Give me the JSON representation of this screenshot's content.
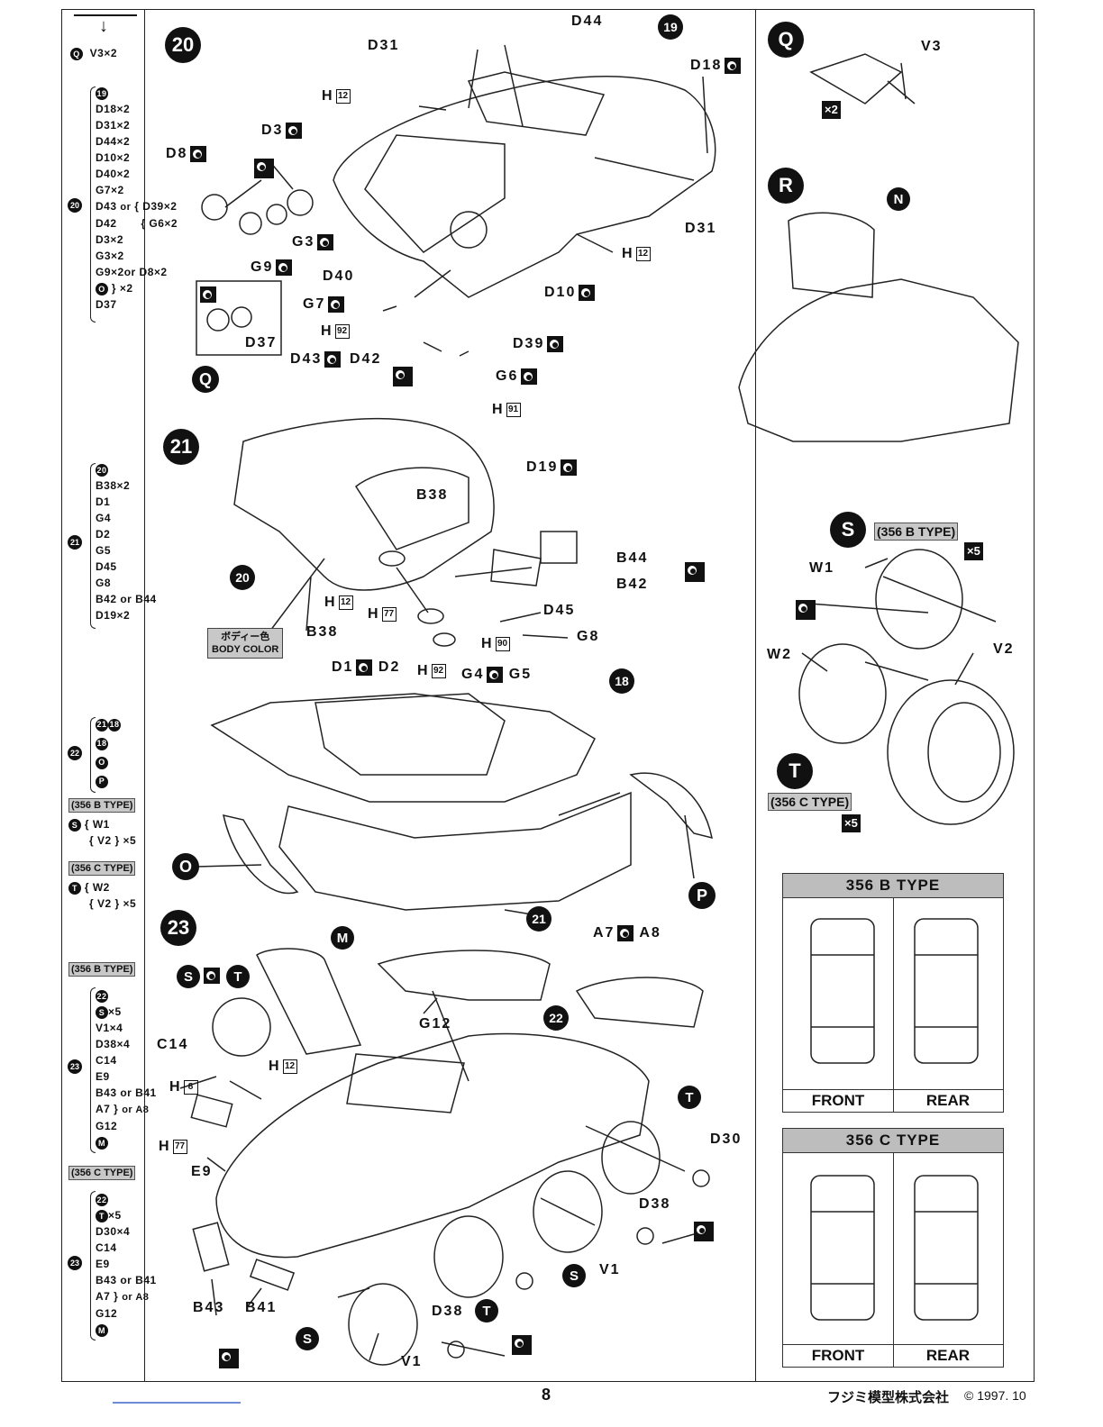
{
  "page": {
    "number": "8",
    "publisher": "フジミ模型株式会社",
    "copyright": "© 1997. 10"
  },
  "sidebar": {
    "q_line": "V3×2",
    "s20": [
      "D18×2",
      "D31×2",
      "D44×2",
      "D10×2",
      "D40×2",
      "G7×2",
      "D43",
      "D42",
      "D39×2",
      "G6×2",
      "D3×2",
      "G3×2",
      "G9×2",
      "or D8×2",
      "D37",
      "×2",
      "or"
    ],
    "s21": [
      "B38×2",
      "D1",
      "G4",
      "D2",
      "G5",
      "D45",
      "G8",
      "B42 or B44",
      "D19×2"
    ],
    "s22_type_b": "(356 B TYPE)",
    "s22_s": [
      "W1",
      "V2",
      "×5"
    ],
    "s22_type_c": "(356 C TYPE)",
    "s22_t": [
      "W2",
      "V2",
      "×5"
    ],
    "s23_type_b": "(356 B TYPE)",
    "s23b": [
      "×5",
      "V1×4",
      "D38×4",
      "C14",
      "E9",
      "B43 or B41",
      "A7",
      "G12",
      "or A8"
    ],
    "s23_type_c": "(356 C TYPE)",
    "s23c": [
      "×5",
      "D30×4",
      "C14",
      "E9",
      "B43 or B41",
      "A7",
      "G12",
      "or A8"
    ]
  },
  "steps": {
    "s20": "20",
    "s21": "21",
    "s22": "22",
    "s23": "23",
    "s19": "19",
    "s18": "18"
  },
  "letters": {
    "Q": "Q",
    "R": "R",
    "S": "S",
    "T": "T",
    "N": "N",
    "O": "O",
    "P": "P",
    "M": "M"
  },
  "labels20": {
    "D44": "D44",
    "D31a": "D31",
    "D31b": "D31",
    "D18": "D18",
    "H12a": "H",
    "H12a_n": "12",
    "D3": "D3",
    "D8": "D8",
    "G3": "G3",
    "G9": "G9",
    "D40": "D40",
    "G7": "G7",
    "H92": "H",
    "H92_n": "92",
    "D43": "D43",
    "D42": "D42",
    "D37": "D37",
    "D39": "D39",
    "G6": "G6",
    "H91": "H",
    "H91_n": "91",
    "D10": "D10",
    "H12b": "H",
    "H12b_n": "12"
  },
  "labels21": {
    "D19": "D19",
    "B38a": "B38",
    "B38b": "B38",
    "B44": "B44",
    "B42": "B42",
    "H12": "H",
    "H12_n": "12",
    "H77": "H",
    "H77_n": "77",
    "D45": "D45",
    "H90": "H",
    "H90_n": "90",
    "G8": "G8",
    "D1": "D1",
    "D2": "D2",
    "H92": "H",
    "H92_n": "92",
    "G4": "G4",
    "G5": "G5",
    "body_color_jp": "ボディー色",
    "body_color_en": "BODY COLOR"
  },
  "labels23": {
    "A7": "A7",
    "A8": "A8",
    "G12": "G12",
    "C14": "C14",
    "H12": "H",
    "H12_n": "12",
    "H8": "H",
    "H8_n": "8",
    "H77": "H",
    "H77_n": "77",
    "E9": "E9",
    "D30": "D30",
    "D38a": "D38",
    "D38b": "D38",
    "V1a": "V1",
    "V1b": "V1",
    "B43": "B43",
    "B41": "B41"
  },
  "right": {
    "V3": "V3",
    "x2": "×2",
    "W1": "W1",
    "W2": "W2",
    "V2": "V2",
    "type_b": "(356 B TYPE)",
    "type_c": "(356 C TYPE)",
    "x5a": "×5",
    "x5b": "×5",
    "table_b_title": "356 B  TYPE",
    "table_c_title": "356 C  TYPE",
    "front": "FRONT",
    "rear": "REAR"
  }
}
